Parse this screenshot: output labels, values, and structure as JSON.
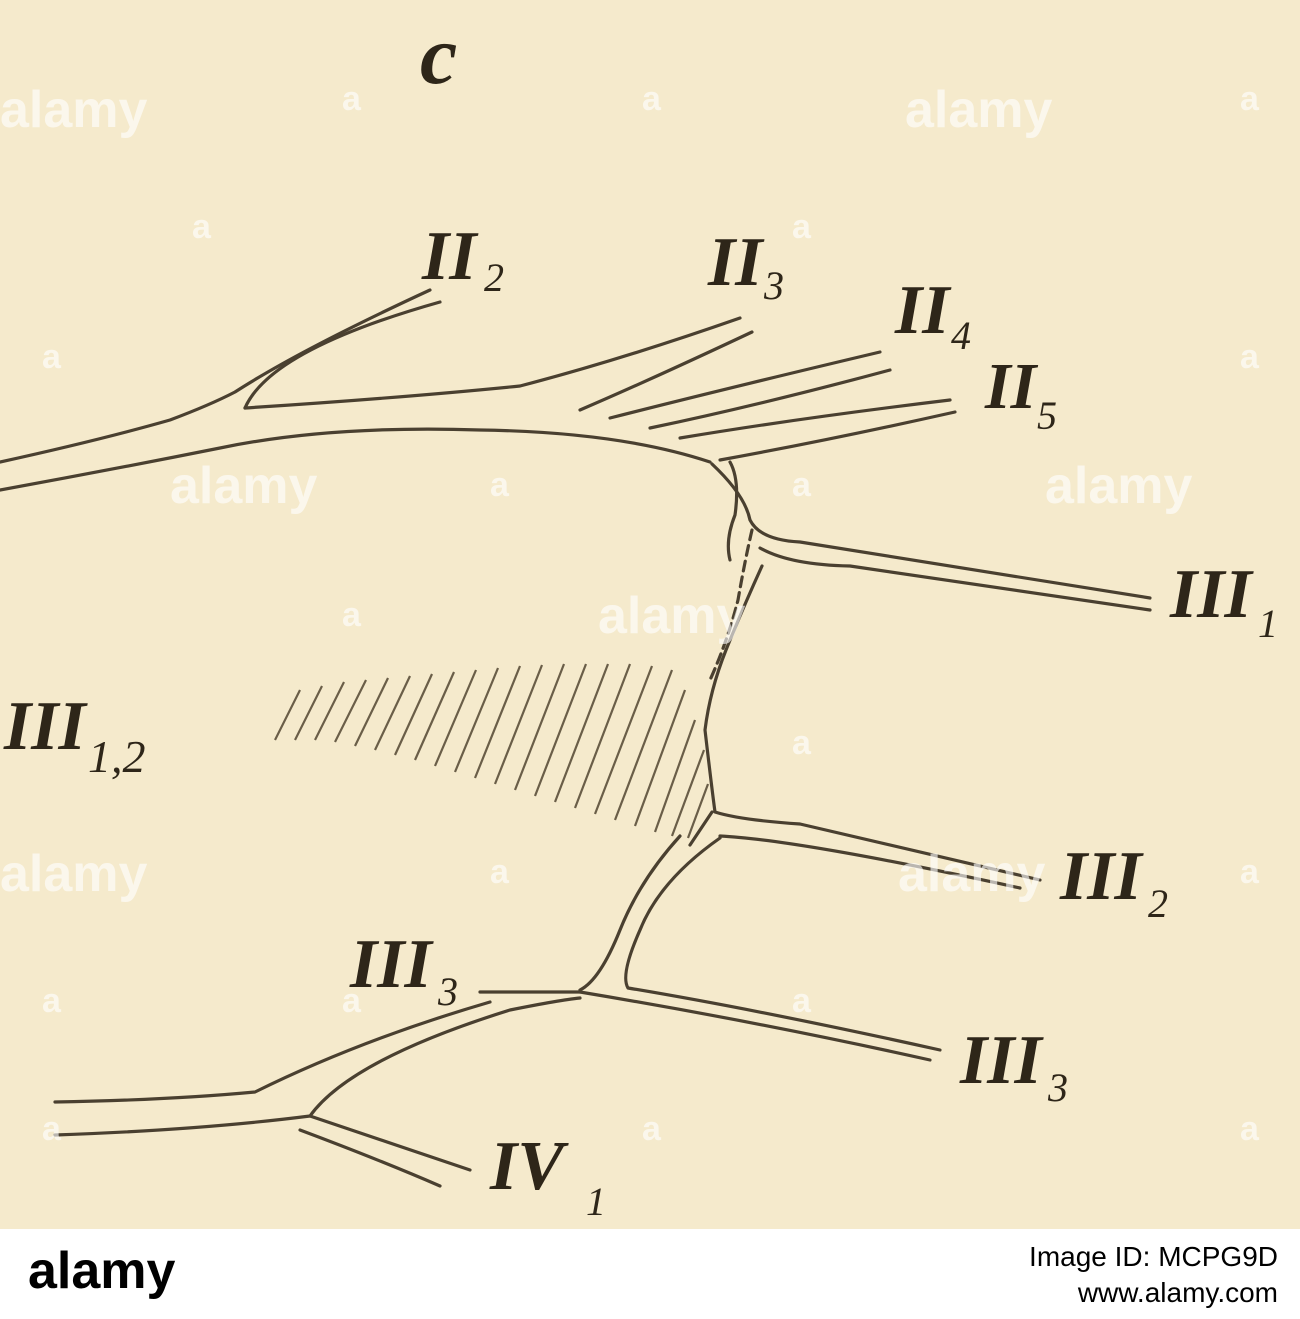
{
  "panel_letter": "c",
  "labels": {
    "II2": {
      "roman": "II",
      "sub": "2"
    },
    "II3": {
      "roman": "II",
      "sub": "3"
    },
    "II4": {
      "roman": "II",
      "sub": "4"
    },
    "II5": {
      "roman": "II",
      "sub": "5"
    },
    "III1": {
      "roman": "III",
      "sub": "1"
    },
    "III12": {
      "roman": "III",
      "sub": "1,2"
    },
    "III2": {
      "roman": "III",
      "sub": "2"
    },
    "III3_left": {
      "roman": "III",
      "sub": "3"
    },
    "III3_right": {
      "roman": "III",
      "sub": "3"
    },
    "IV1": {
      "roman": "IV",
      "sub": "1"
    }
  },
  "watermark": "alamy",
  "watermark_small": "a",
  "footer": {
    "logo": "alamy",
    "image_id_label": "Image ID: MCPG9D",
    "url": "www.alamy.com"
  },
  "colors": {
    "background": "#f5eacc",
    "ink": "#4a4030",
    "footer_bg": "#ffffff"
  }
}
